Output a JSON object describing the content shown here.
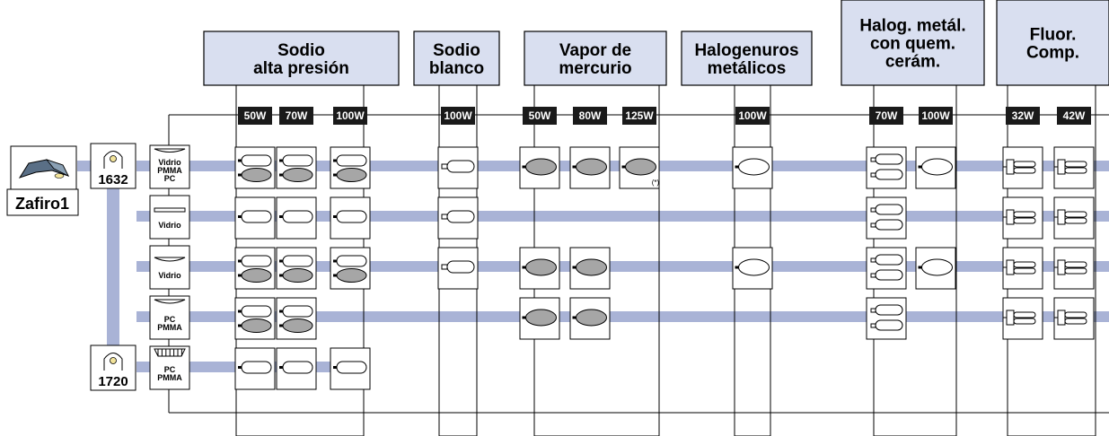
{
  "product": "Zafiro1",
  "models": [
    "1632",
    "1720"
  ],
  "glass_rows": [
    {
      "label": "Vidrio\nPMMA\nPC"
    },
    {
      "label": "Vidrio"
    },
    {
      "label": "Vidrio"
    },
    {
      "label": "PC\nPMMA"
    },
    {
      "label": "PC\nPMMA"
    }
  ],
  "categories": [
    {
      "label": "Sodio\nalta presión",
      "watts": [
        "50W",
        "70W",
        "100W"
      ]
    },
    {
      "label": "Sodio\nblanco",
      "watts": [
        "100W"
      ]
    },
    {
      "label": "Vapor de\nmercurio",
      "watts": [
        "50W",
        "80W",
        "125W"
      ]
    },
    {
      "label": "Halogenuros\nmetálicos",
      "watts": [
        "100W"
      ]
    },
    {
      "label": "Halog. metál.\ncon quem.\ncerám.",
      "watts": [
        "70W",
        "100W"
      ]
    },
    {
      "label": "Fluor.\nComp.",
      "watts": [
        "32W",
        "42W"
      ]
    }
  ],
  "note": "(*)",
  "colors": {
    "band": "#a9b3d6",
    "header": "#d9dff0",
    "watt_box": "#1a1a1a"
  }
}
